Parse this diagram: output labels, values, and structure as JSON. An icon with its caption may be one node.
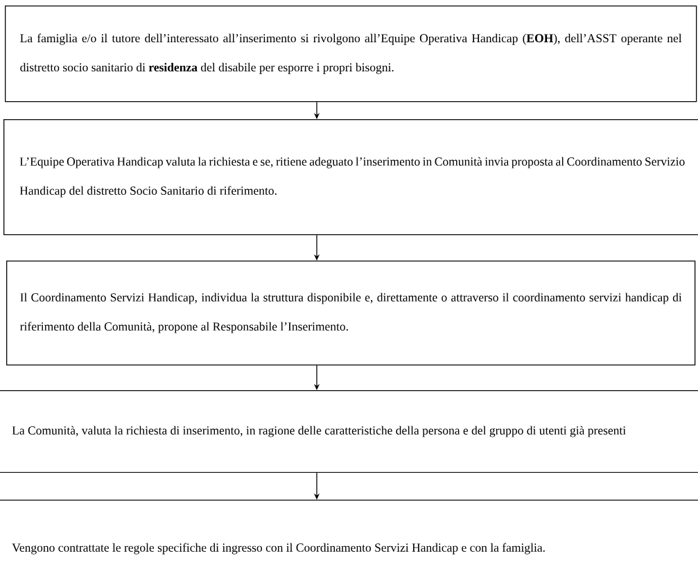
{
  "diagram": {
    "nodes": [
      {
        "text": [
          "La famiglia e/o il tutore dell’interessato all’inserimento si rivolgono all’Equipe Operativa Handicap (**EOH**), dell’ASST operante nel distretto socio sanitario di **residenza** del disabile per esporre i propri bisogni."
        ]
      },
      {
        "text": [
          "L’Equipe Operativa Handicap valuta la richiesta e se, ritiene adeguato l’inserimento in Comunità invia proposta al Coordinamento Servizio Handicap del distretto Socio Sanitario di riferimento."
        ]
      },
      {
        "text": [
          "Il Coordinamento Servizi Handicap, individua la struttura disponibile e, direttamente o attraverso il coordinamento servizi handicap di riferimento della Comunità, propone al Responsabile l’Inserimento."
        ]
      },
      {
        "text": [
          "La Comunità, valuta la richiesta di inserimento, in ragione delle caratteristiche della persona e del gruppo di utenti già presenti"
        ]
      },
      {
        "text": [
          "Vengono contrattate le regole specifiche di ingresso con il Coordinamento Servizi Handicap e con la famiglia."
        ]
      }
    ],
    "edges": [
      {
        "from": 0,
        "to": 1,
        "arrow": "to"
      },
      {
        "from": 1,
        "to": 2,
        "arrow": "to"
      },
      {
        "from": 2,
        "to": 3,
        "arrow": "to"
      },
      {
        "from": 3,
        "to": 4,
        "arrow": "to"
      }
    ]
  }
}
